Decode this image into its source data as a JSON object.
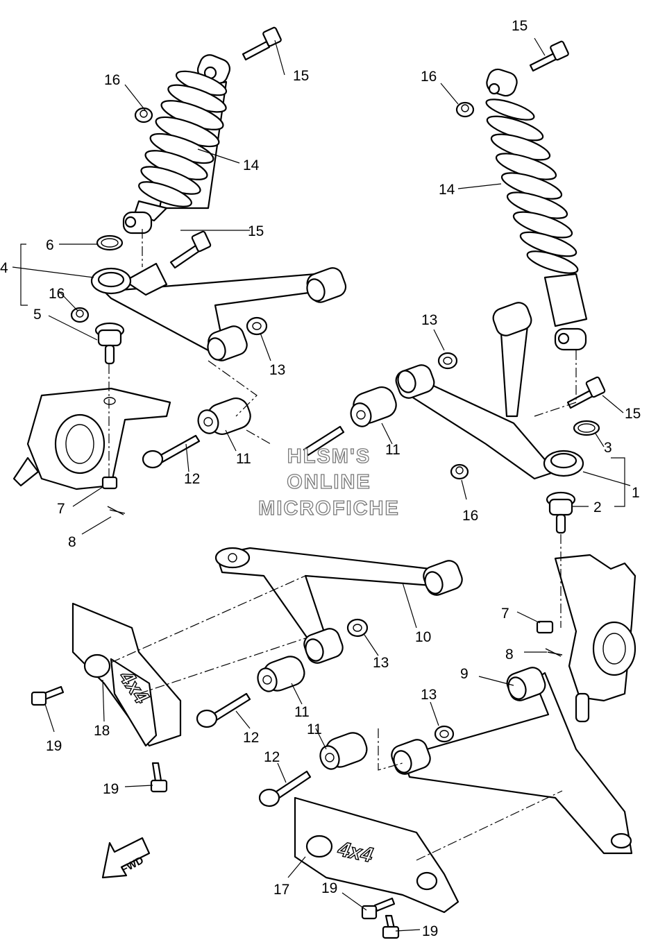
{
  "callouts": {
    "c1": "1",
    "c2": "2",
    "c3": "3",
    "c4": "4",
    "c5": "5",
    "c6": "6",
    "c7": "7",
    "c8": "8",
    "c9": "9",
    "c10": "10",
    "c11": "11",
    "c12": "12",
    "c13": "13",
    "c14": "14",
    "c15": "15",
    "c16": "16",
    "c17": "17",
    "c18": "18",
    "c19": "19"
  },
  "watermark": {
    "line1": "HLSM'S",
    "line2": "ONLINE",
    "line3": "MICROFICHE"
  },
  "direction_arrow": {
    "label": "FWD"
  },
  "guard_badge": {
    "text": "4x4"
  }
}
